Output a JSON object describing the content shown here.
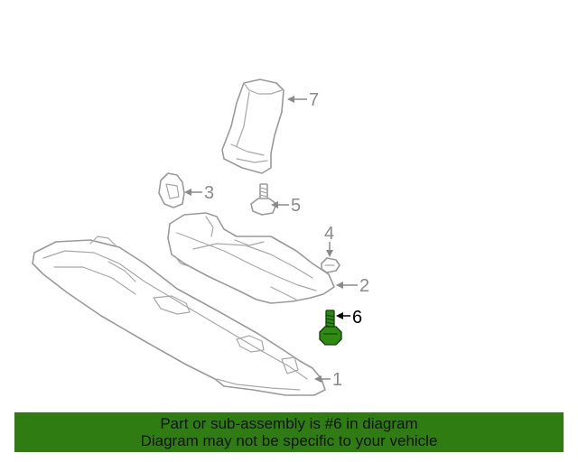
{
  "callouts": {
    "c1": "1",
    "c2": "2",
    "c3": "3",
    "c4": "4",
    "c5": "5",
    "c6": "6",
    "c7": "7"
  },
  "highlighted_part": "6",
  "colors": {
    "banner_background": "#2f7d12",
    "highlight_part_fill": "#2e8a10",
    "line_art": "#9a9a9a"
  },
  "banner": {
    "line1": "Part or sub-assembly is #6 in diagram",
    "line2": "Diagram may not be specific to your vehicle"
  }
}
